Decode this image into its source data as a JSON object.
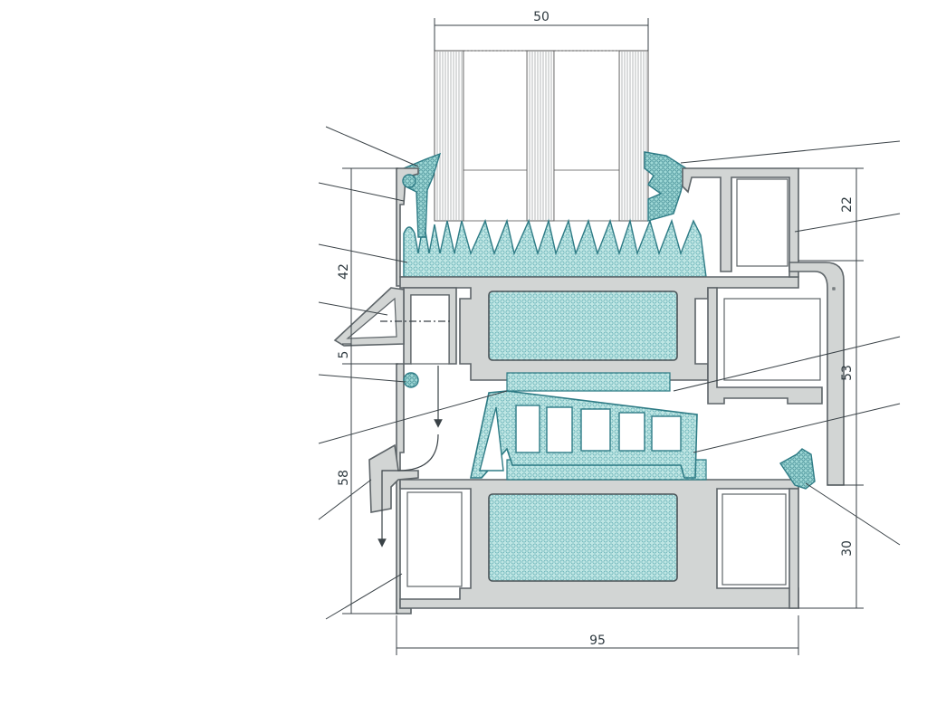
{
  "dimensions": {
    "glazing_width": "50",
    "glass_rebate": "22",
    "frame_left_upper": "42",
    "offset_small": "5",
    "frame_left_lower": "58",
    "sash_height": "53",
    "bottom_frame": "30",
    "overall_depth": "95"
  },
  "colors": {
    "profile_fill": "#d2d5d4",
    "profile_edge": "#5d6468",
    "gasket_fill": "#9fd8d6",
    "gasket_edge": "#2e7b85",
    "thermal_fill": "#cfe9e8",
    "line": "#3a4247",
    "glass": "#e7e9e8"
  }
}
